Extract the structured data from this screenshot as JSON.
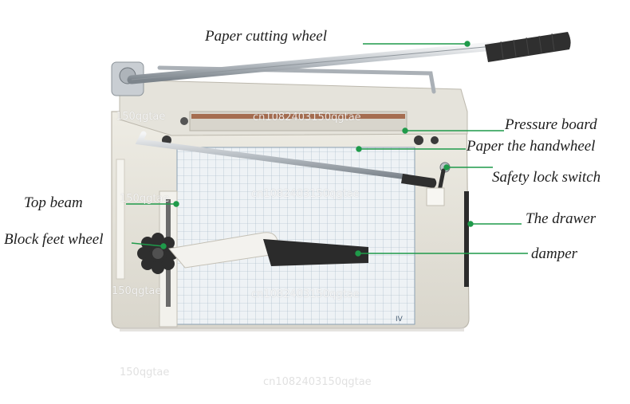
{
  "labels": {
    "cutting_wheel": "Paper cutting wheel",
    "pressure_board": "Pressure board",
    "handwheel": "Paper the handwheel",
    "safety_lock": "Safety lock switch",
    "top_beam": "Top beam",
    "drawer": "The drawer",
    "block_feet": "Block feet wheel",
    "damper": "damper"
  },
  "watermarks": {
    "long": "cn1082403150qgtae",
    "short": "150qgtae"
  },
  "ruler_marks": {
    "roman": "IV"
  },
  "colors": {
    "leader": "#1f9a4a",
    "body": "#e9e6dd",
    "handle": "#3a3a3a",
    "metal": "#c8ccd0"
  }
}
